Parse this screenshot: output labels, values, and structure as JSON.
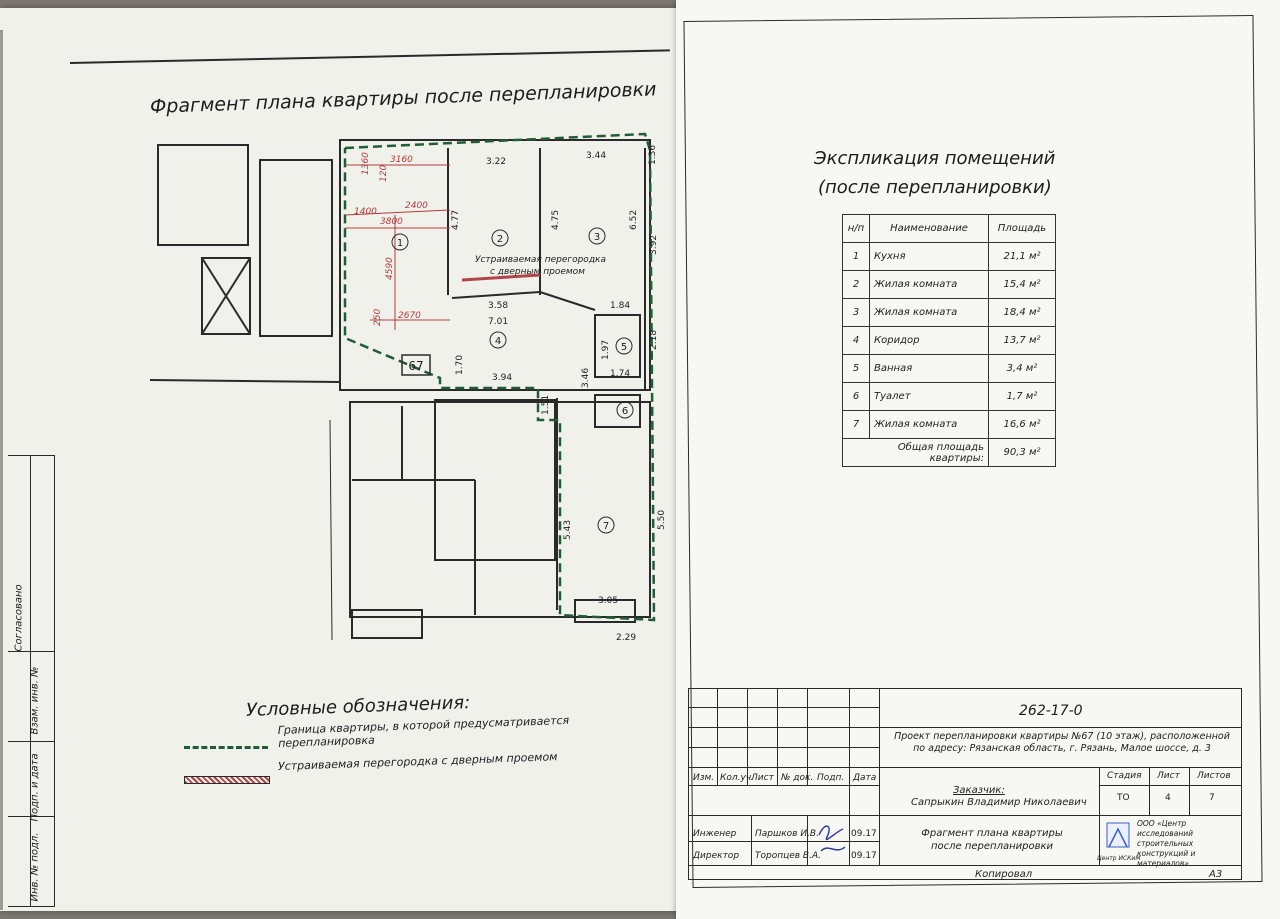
{
  "plan": {
    "title": "Фрагмент плана квартиры после перепланировки",
    "apartment_number": "67",
    "room_numbers": [
      "1",
      "2",
      "3",
      "4",
      "5",
      "6",
      "7"
    ],
    "partition_note": [
      "Устраиваемая перегородка",
      "с дверным проемом"
    ],
    "dimensions": [
      "3160",
      "1360",
      "120",
      "1400",
      "2400",
      "3800",
      "4590",
      "2670",
      "250",
      "4.77",
      "3.22",
      "4.75",
      "3.44",
      "6.52",
      "1.36",
      "3.92",
      "3.58",
      "7.01",
      "1.84",
      "1.97",
      "2.18",
      "1.70",
      "3.94",
      "3.46",
      "1.74",
      "1.51",
      "5.43",
      "5.50",
      "3.05",
      "2.29"
    ]
  },
  "legend": {
    "title": "Условные обозначения:",
    "items": [
      {
        "label": "Граница квартиры, в которой предусматривается перепланировка"
      },
      {
        "label": "Устраиваемая перегородка с дверным проемом"
      }
    ]
  },
  "side_stamp": {
    "labels": [
      "Согласовано",
      "Взам. инв. №",
      "Подп. и дата",
      "Инв. № подл."
    ]
  },
  "explication": {
    "title_line1": "Экспликация помещений",
    "title_line2": "(после перепланировки)",
    "headers": [
      "н/п",
      "Наименование",
      "Площадь"
    ],
    "rows": [
      {
        "n": "1",
        "name": "Кухня",
        "area": "21,1 м²"
      },
      {
        "n": "2",
        "name": "Жилая комната",
        "area": "15,4 м²"
      },
      {
        "n": "3",
        "name": "Жилая комната",
        "area": "18,4 м²"
      },
      {
        "n": "4",
        "name": "Коридор",
        "area": "13,7 м²"
      },
      {
        "n": "5",
        "name": "Ванная",
        "area": "3,4 м²"
      },
      {
        "n": "6",
        "name": "Туалет",
        "area": "1,7 м²"
      },
      {
        "n": "7",
        "name": "Жилая комната",
        "area": "16,6 м²"
      }
    ],
    "total_label": "Общая площадь квартиры:",
    "total_value": "90,3 м²"
  },
  "title_block": {
    "code": "262-17-0",
    "project": "Проект перепланировки квартиры №67 (10 этаж), расположенной по адресу: Рязанская область, г. Рязань, Малое шоссе, д. 3",
    "col_headers": [
      "Изм.",
      "Кол.уч.",
      "Лист",
      "№ док.",
      "Подп.",
      "Дата"
    ],
    "customer_label": "Заказчик:",
    "customer_name": "Сапрыкин Владимир Николаевич",
    "stage_headers": [
      "Стадия",
      "Лист",
      "Листов"
    ],
    "stage_values": [
      "ТО",
      "4",
      "7"
    ],
    "people": [
      {
        "role": "Инженер",
        "name": "Паршков И.В.",
        "date": "09.17"
      },
      {
        "role": "Директор",
        "name": "Торопцев В.А.",
        "date": "09.17"
      }
    ],
    "sheet_title": "Фрагмент плана квартиры после перепланировки",
    "org_name": "ООО «Центр исследований строительных конструкций и материалов»",
    "org_logo_text": "Центр ИСКиМ",
    "copied_label": "Копировал",
    "format": "А3"
  },
  "colors": {
    "boundary": "#1f5e34",
    "partition": "#b0454a",
    "dimension": "#b33a3a",
    "ink": "#2a2a2a"
  }
}
